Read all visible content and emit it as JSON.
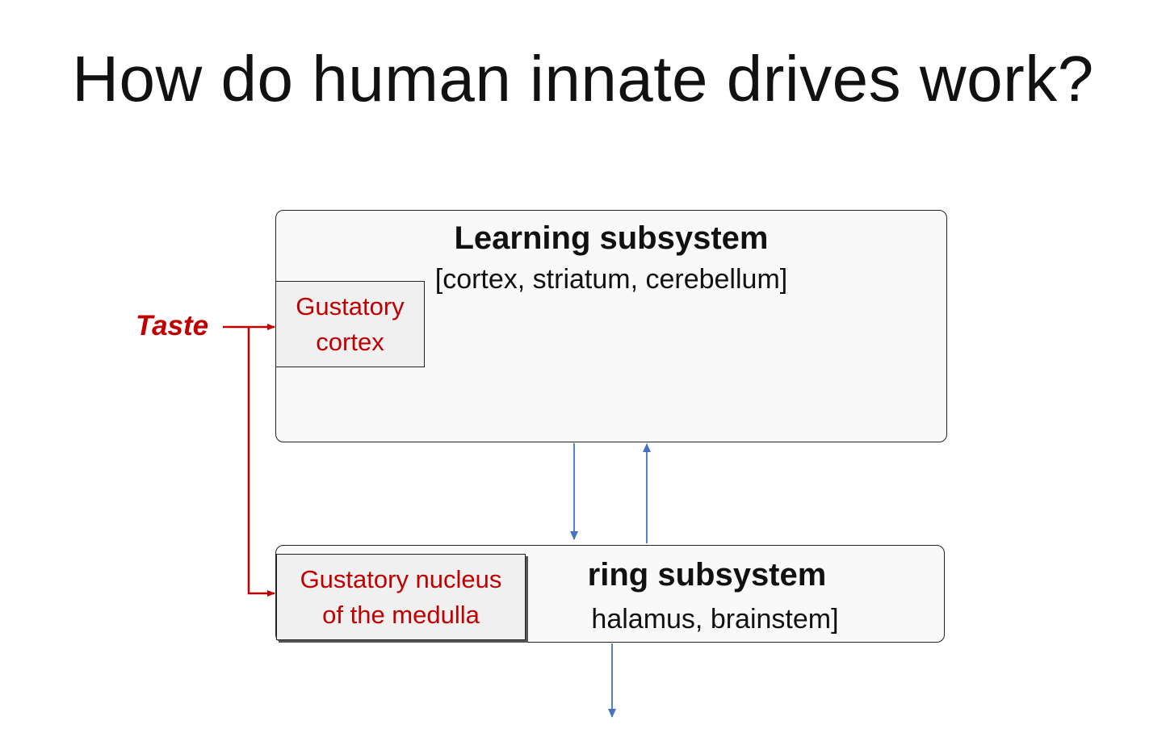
{
  "title": "How do human innate drives work?",
  "learning_subsystem": {
    "title": "Learning subsystem",
    "subtitle": "[cortex, striatum, cerebellum]"
  },
  "steering_subsystem": {
    "title_visible": "ring subsystem",
    "subtitle_visible": "halamus, brainstem]"
  },
  "regions": {
    "gustatory_cortex": [
      "Gustatory",
      "cortex"
    ],
    "gustatory_nucleus": [
      "Gustatory nucleus",
      "of the medulla"
    ]
  },
  "input_label": "Taste",
  "colors": {
    "accent_red": "#c00000",
    "arrow_blue": "#4472c4"
  }
}
